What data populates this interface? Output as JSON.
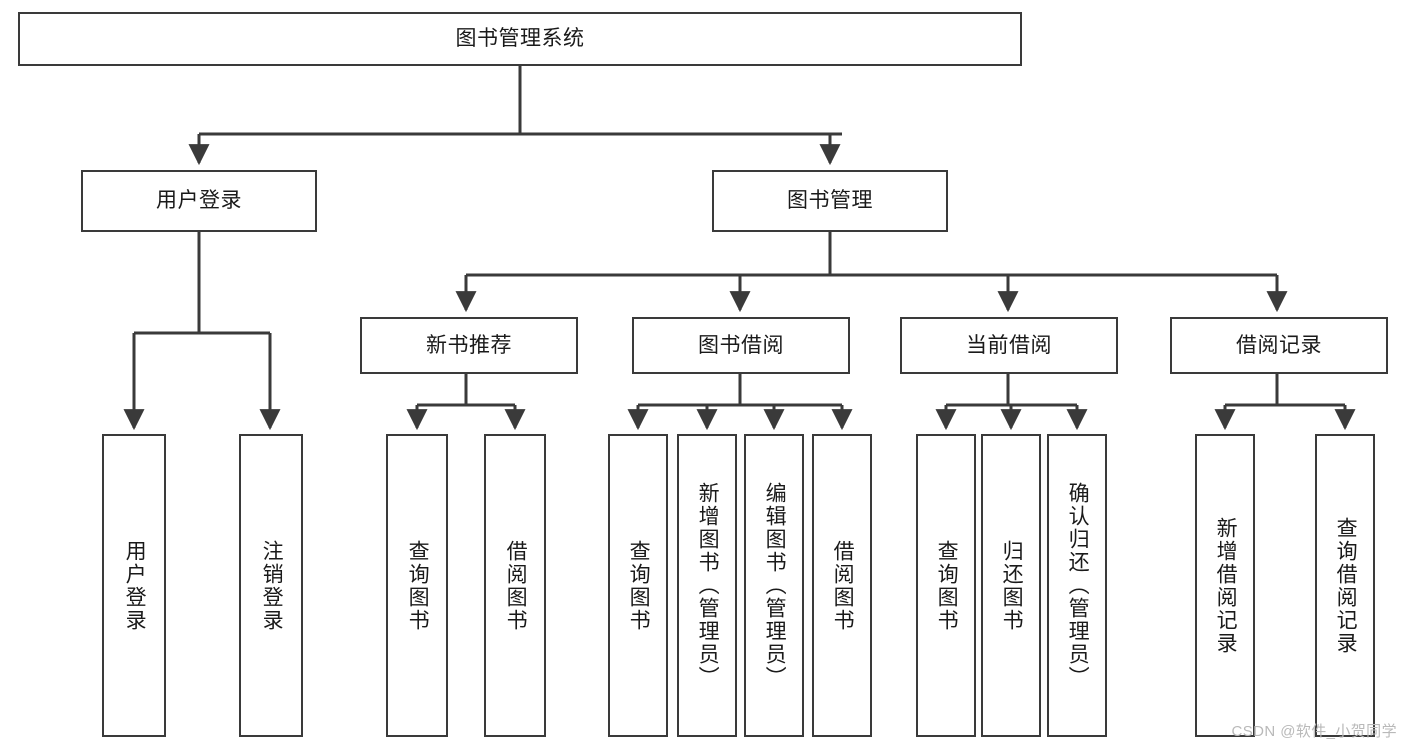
{
  "diagram": {
    "title": "图书管理系统",
    "type": "tree",
    "watermark": "CSDN @软件_小贺同学",
    "colors": {
      "box_border": "#3a3a3a",
      "box_fill": "#ffffff",
      "edge": "#3a3a3a",
      "text": "#1a1a1a",
      "watermark": "#b9b9b9",
      "background": "#ffffff"
    },
    "nodes": {
      "root": {
        "label": "图书管理系统",
        "orientation": "horizontal"
      },
      "level1": [
        {
          "id": "user-login",
          "label": "用户登录",
          "orientation": "horizontal"
        },
        {
          "id": "book-manage",
          "label": "图书管理",
          "orientation": "horizontal"
        }
      ],
      "level2": [
        {
          "id": "new-book-recommend",
          "label": "新书推荐",
          "orientation": "horizontal"
        },
        {
          "id": "book-borrow",
          "label": "图书借阅",
          "orientation": "horizontal"
        },
        {
          "id": "current-borrow",
          "label": "当前借阅",
          "orientation": "horizontal"
        },
        {
          "id": "borrow-record",
          "label": "借阅记录",
          "orientation": "horizontal"
        }
      ],
      "leaves": {
        "user-login": [
          {
            "id": "leaf-user-login",
            "label": "用户登录",
            "orientation": "vertical"
          },
          {
            "id": "leaf-logout",
            "label": "注销登录",
            "orientation": "vertical"
          }
        ],
        "new-book-recommend": [
          {
            "id": "leaf-query-book-1",
            "label": "查询图书",
            "orientation": "vertical"
          },
          {
            "id": "leaf-borrow-book-1",
            "label": "借阅图书",
            "orientation": "vertical"
          }
        ],
        "book-borrow": [
          {
            "id": "leaf-query-book-2",
            "label": "查询图书",
            "orientation": "vertical"
          },
          {
            "id": "leaf-add-book",
            "label": "新增图书（管理员）",
            "orientation": "vertical"
          },
          {
            "id": "leaf-edit-book",
            "label": "编辑图书（管理员）",
            "orientation": "vertical"
          },
          {
            "id": "leaf-borrow-book-2",
            "label": "借阅图书",
            "orientation": "vertical"
          }
        ],
        "current-borrow": [
          {
            "id": "leaf-query-book-3",
            "label": "查询图书",
            "orientation": "vertical"
          },
          {
            "id": "leaf-return-book",
            "label": "归还图书",
            "orientation": "vertical"
          },
          {
            "id": "leaf-confirm-return",
            "label": "确认归还（管理员）",
            "orientation": "vertical"
          }
        ],
        "borrow-record": [
          {
            "id": "leaf-add-record",
            "label": "新增借阅记录",
            "orientation": "vertical"
          },
          {
            "id": "leaf-query-record",
            "label": "查询借阅记录",
            "orientation": "vertical"
          }
        ]
      }
    }
  }
}
